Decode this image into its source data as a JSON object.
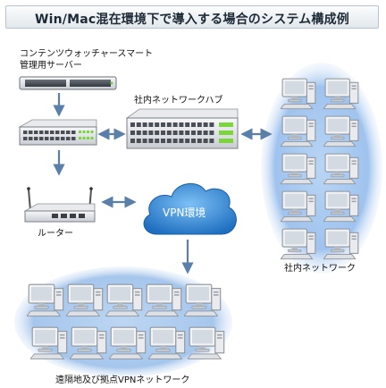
{
  "title": "Win/Mac混在環境下で導入する場合のシステム構成例",
  "nodes": {
    "server": {
      "label_line1": "コンテンツウォッチャースマート",
      "label_line2": "管理用サーバー"
    },
    "hub": {
      "label": "社内ネットワークハブ"
    },
    "router": {
      "label": "ルーター"
    },
    "vpn": {
      "label": "VPN環境"
    },
    "lan_clients": {
      "label": "社内ネットワーク"
    },
    "remote_clients": {
      "label": "遠隔地及び拠点VPNネットワーク"
    }
  },
  "colors": {
    "arrow": "#5a7fa8",
    "cloud": "#3d8fd8",
    "lan_glow": "#8fb8e8",
    "device_body": "#e9ebee",
    "led_green": "#7cd53a"
  }
}
